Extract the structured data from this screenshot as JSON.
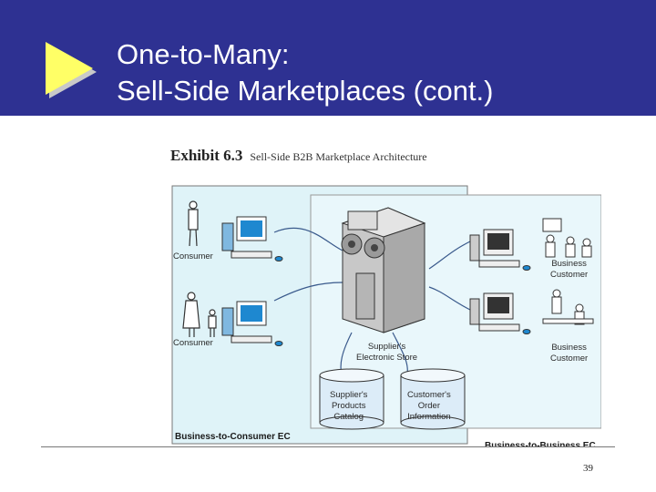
{
  "slide": {
    "title_line1": "One-to-Many:",
    "title_line2": "Sell-Side Marketplaces (cont.)",
    "page_number": "39",
    "header_color": "#2e3192"
  },
  "exhibit": {
    "number": "Exhibit 6.3",
    "caption": "Sell-Side B2B Marketplace Architecture"
  },
  "diagram": {
    "consumer_1": "Consumer",
    "consumer_2": "Consumer",
    "business_customer_1": [
      "Business",
      "Customer"
    ],
    "business_customer_2": [
      "Business",
      "Customer"
    ],
    "supplier_store": [
      "Supplier's",
      "Electronic Store"
    ],
    "db_catalog": [
      "Supplier's",
      "Products",
      "Catalog"
    ],
    "db_order": [
      "Customer's",
      "Order",
      "Information"
    ],
    "b2c_label": "Business-to-Consumer EC",
    "b2b_label": "Business-to-Business EC",
    "icons": [
      "arrow-icon",
      "person-icon",
      "family-icon",
      "computer-icon",
      "server-icon",
      "database-icon",
      "business-people-icon"
    ]
  }
}
